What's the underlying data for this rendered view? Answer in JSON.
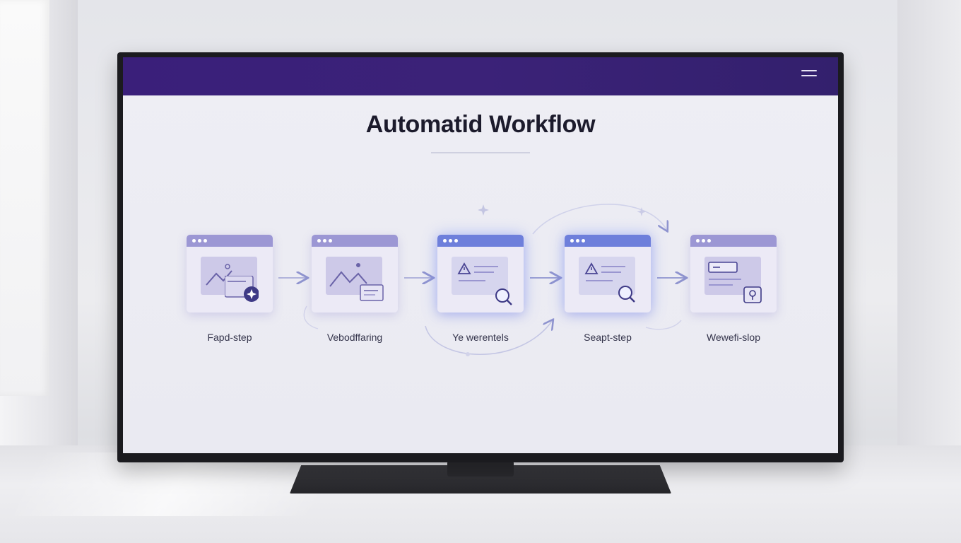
{
  "screen": {
    "title": "Automatid Workflow",
    "menu_icon": "hamburger-menu-icon"
  },
  "steps": [
    {
      "label": "Fapd-step",
      "icon": "image-chart-icon",
      "badge_icon": "sparkle-badge-icon"
    },
    {
      "label": "Vebodffaring",
      "icon": "image-chart-icon",
      "badge_icon": "document-card-icon"
    },
    {
      "label": "Ye werentels",
      "icon": "warning-document-icon",
      "badge_icon": "search-icon"
    },
    {
      "label": "Seapt-step",
      "icon": "warning-document-icon",
      "badge_icon": "search-icon"
    },
    {
      "label": "Wewefi-slop",
      "icon": "chat-bubble-document-icon",
      "badge_icon": "location-pin-icon"
    }
  ],
  "colors": {
    "header": "#3a1f7a",
    "accent": "#6e7fdb",
    "card": "#eceaf6"
  }
}
